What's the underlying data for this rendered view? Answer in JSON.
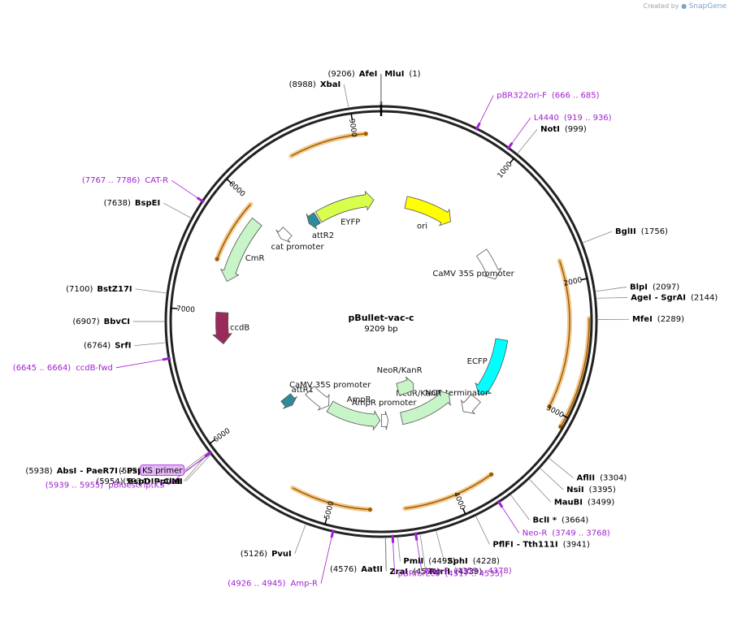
{
  "credit": {
    "prefix": "Created by",
    "brand": "SnapGene"
  },
  "plasmid": {
    "name": "pBullet-vac-c",
    "size_label": "9209 bp",
    "total_bp": 9209
  },
  "colors": {
    "backbone": "#222222",
    "site_line": "#888888",
    "primer": "#a020d0",
    "orf_orange": "#f2c98e",
    "orf_orange_line": "#a05a00",
    "yellow": "#ffff00",
    "yellow_green": "#d9ff4d",
    "teal": "#2e8b9a",
    "light_green": "#c8f5c8",
    "dark_green": "#2a8a1a",
    "maroon": "#9a2a5a",
    "cyan": "#00ffff",
    "white": "#ffffff"
  },
  "ticks": [
    {
      "bp": 1000,
      "label": "1000"
    },
    {
      "bp": 2000,
      "label": "2000"
    },
    {
      "bp": 3000,
      "label": "3000"
    },
    {
      "bp": 4000,
      "label": "4000"
    },
    {
      "bp": 5000,
      "label": "5000"
    },
    {
      "bp": 6000,
      "label": "6000"
    },
    {
      "bp": 7000,
      "label": "7000"
    },
    {
      "bp": 8000,
      "label": "8000"
    },
    {
      "bp": 9000,
      "label": "9000"
    }
  ],
  "sites": [
    {
      "name": "MluI",
      "pos": "(1)",
      "bp": 1,
      "side": "right"
    },
    {
      "name": "AfeI",
      "pos": "(9206)",
      "bp": 9206,
      "side": "left"
    },
    {
      "name": "XbaI",
      "pos": "(8988)",
      "bp": 8988,
      "side": "left"
    },
    {
      "name": "NotI",
      "pos": "(999)",
      "bp": 999,
      "side": "right"
    },
    {
      "name": "BglII",
      "pos": "(1756)",
      "bp": 1756,
      "side": "right"
    },
    {
      "name": "BlpI",
      "pos": "(2097)",
      "bp": 2097,
      "side": "right"
    },
    {
      "name": "AgeI",
      "pos": "(2144)",
      "bp": 2144,
      "side": "right",
      "extra": "- SgrAI"
    },
    {
      "name": "MfeI",
      "pos": "(2289)",
      "bp": 2289,
      "side": "right"
    },
    {
      "name": "AflII",
      "pos": "(3304)",
      "bp": 3304,
      "side": "right"
    },
    {
      "name": "NsiI",
      "pos": "(3395)",
      "bp": 3395,
      "side": "right"
    },
    {
      "name": "MauBI",
      "pos": "(3499)",
      "bp": 3499,
      "side": "right"
    },
    {
      "name": "BclI *",
      "pos": "(3664)",
      "bp": 3664,
      "side": "right"
    },
    {
      "name": "PflFI",
      "pos": "(3941)",
      "bp": 3941,
      "side": "right",
      "extra": "- Tth111I"
    },
    {
      "name": "SphI",
      "pos": "(4228)",
      "bp": 4228,
      "side": "right"
    },
    {
      "name": "RsrII",
      "pos": "(4339)",
      "bp": 4339,
      "side": "right"
    },
    {
      "name": "PmlI",
      "pos": "(4492)",
      "bp": 4492,
      "side": "right"
    },
    {
      "name": "ZraI",
      "pos": "(4574)",
      "bp": 4574,
      "side": "right"
    },
    {
      "name": "AatII",
      "pos": "(4576)",
      "bp": 4576,
      "side": "left"
    },
    {
      "name": "PvuI",
      "pos": "(5126)",
      "bp": 5126,
      "side": "left"
    },
    {
      "name": "HindIII",
      "pos": "(5959)",
      "bp": 5959,
      "side": "left"
    },
    {
      "name": "BspDI",
      "pos": "(5954)",
      "bp": 5954,
      "side": "left",
      "extra": "- ClaI"
    },
    {
      "name": "AbsI",
      "pos": "(5938)",
      "bp": 5938,
      "side": "left",
      "extra": "- PaeR7I  - PspXI  - XhoI"
    },
    {
      "name": "PpuMI",
      "pos": "(5934)",
      "bp": 5934,
      "side": "left"
    },
    {
      "name": "SrfI",
      "pos": "(6764)",
      "bp": 6764,
      "side": "left"
    },
    {
      "name": "BbvCI",
      "pos": "(6907)",
      "bp": 6907,
      "side": "left"
    },
    {
      "name": "BstZ17I",
      "pos": "(7100)",
      "bp": 7100,
      "side": "left"
    },
    {
      "name": "BspEI",
      "pos": "(7638)",
      "bp": 7638,
      "side": "left"
    }
  ],
  "primers": [
    {
      "name": "pBR322ori-F",
      "range": "(666 .. 685)",
      "bp": 675
    },
    {
      "name": "L4440",
      "range": "(919 .. 936)",
      "bp": 927
    },
    {
      "name": "Neo-R",
      "range": "(3749 .. 3768)",
      "bp": 3758
    },
    {
      "name": "Neo-F",
      "range": "(4359 .. 4378)",
      "bp": 4368
    },
    {
      "name": "pBRforEco",
      "range": "(4517 .. 4535)",
      "bp": 4526
    },
    {
      "name": "Amp-R",
      "range": "(4926 .. 4945)",
      "bp": 4935
    },
    {
      "name": "pBluescriptKS",
      "range": "(5939 .. 5955)",
      "bp": 5947
    },
    {
      "name": "KS primer",
      "range": "",
      "bp": 5947,
      "boxed": true
    },
    {
      "name": "ccdB-fwd",
      "range": "(6645 .. 6664)",
      "bp": 6654
    },
    {
      "name": "CAT-R",
      "range": "(7767 .. 7786)",
      "bp": 7776
    }
  ],
  "features": [
    {
      "label": "ori",
      "start": 300,
      "end": 890,
      "ring": 150,
      "fill": "#ffff00",
      "dir": 1
    },
    {
      "label": "CaMV 35S promoter",
      "start": 1420,
      "end": 1780,
      "ring": 150,
      "fill": "#ffffff",
      "dir": 1
    },
    {
      "label": "ECFP",
      "start": 2520,
      "end": 3240,
      "ring": 150,
      "fill": "#00ffff",
      "dir": 1
    },
    {
      "label": "NOS terminator",
      "start": 3300,
      "end": 3520,
      "ring": 150,
      "fill": "#ffffff",
      "dir": 1
    },
    {
      "label": "NeoR/KanR",
      "start": 3500,
      "end": 4300,
      "ring": 122,
      "fill": "#c8f5c8",
      "dir": -1
    },
    {
      "label": "NeoR/KanR",
      "start": 3900,
      "end": 4250,
      "ring": 86,
      "fill": "#c8f5c8",
      "dir": -1
    },
    {
      "label": "AmpR promoter",
      "start": 4500,
      "end": 4600,
      "ring": 122,
      "fill": "#ffffff",
      "dir": -1
    },
    {
      "label": "AmpR",
      "start": 4620,
      "end": 5400,
      "ring": 122,
      "fill": "#c8f5c8",
      "dir": -1
    },
    {
      "label": "CaMV 35S promoter",
      "start": 5420,
      "end": 5780,
      "ring": 122,
      "fill": "#ffffff",
      "dir": -1
    },
    {
      "label": "attR1",
      "start": 5800,
      "end": 5920,
      "ring": 150,
      "fill": "#2e8b9a",
      "dir": -1
    },
    {
      "label": "ccdB",
      "start": 6700,
      "end": 6990,
      "ring": 196,
      "fill": "#9a2a5a",
      "dir": -1
    },
    {
      "label": "CmR",
      "start": 7280,
      "end": 7900,
      "ring": 196,
      "fill": "#c8f5c8",
      "dir": -1
    },
    {
      "label": "cat promoter",
      "start": 7920,
      "end": 8030,
      "ring": 160,
      "fill": "#ffffff",
      "dir": -1
    },
    {
      "label": "attR2",
      "start": 8280,
      "end": 8400,
      "ring": 150,
      "fill": "#2e8b9a",
      "dir": -1
    },
    {
      "label": "EYFP",
      "start": 8420,
      "end": 9120,
      "ring": 150,
      "fill": "#d9ff4d",
      "dir": 1
    }
  ],
  "orfs": [
    {
      "start": 8480,
      "end": 9090,
      "r": 232,
      "dir": 1
    },
    {
      "start": 1820,
      "end": 2990,
      "r": 232,
      "dir": 1
    },
    {
      "start": 2280,
      "end": 3080,
      "r": 256,
      "dir": 1
    },
    {
      "start": 3690,
      "end": 4420,
      "r": 232,
      "dir": -1
    },
    {
      "start": 4690,
      "end": 5320,
      "r": 232,
      "dir": -1
    },
    {
      "start": 7440,
      "end": 7980,
      "r": 216,
      "dir": -1
    }
  ]
}
